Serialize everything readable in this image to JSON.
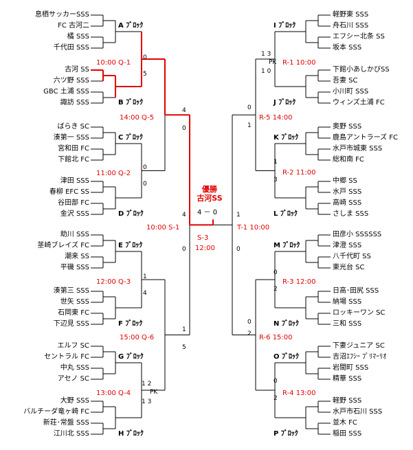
{
  "left_teams": [
    "息栖サッカーSSS",
    "FC 古河二",
    "橘 SSS",
    "千代田 SSS",
    "古河 SS",
    "六ツ野 SSS",
    "GBC 土浦 SSS",
    "諏訪 SSS",
    "ばらき SC",
    "湊第一 SSS",
    "宮和田 FC",
    "下館北 FC",
    "津田 SSS",
    "春柳 EFC SS",
    "谷田部 FC",
    "金沢 SSS",
    "助川 SSS",
    "茎崎ブレイズ FC",
    "潮来 SS",
    "平磯 SSS",
    "湊第三 SSS",
    "世矢 SSS",
    "石岡東 FC",
    "下辺見 SSS",
    "エルフ SC",
    "セントラル FC",
    "中丸 SSS",
    "アセノ SC",
    "大野 SSS",
    "バルチーダ竜ヶ崎 FC",
    "新荘･常盤 SSS",
    "江川北 SSS"
  ],
  "right_teams": [
    "軽野東 SSS",
    "舟石川 SSS",
    "エフシー北条 SS",
    "坂本 SSS",
    "下館小あしかびSS",
    "吾妻 SC",
    "小川町 SSS",
    "ウィンズ土浦 FC",
    "奥野 SSS",
    "鹿島アントラーズ FC",
    "水戸市城東 SSS",
    "総和南 FC",
    "中郷 SS",
    "水戸 SSS",
    "高崎 SSS",
    "さしま SSS",
    "田彦小 SSSSSS",
    "津澄 SSS",
    "八千代町 SS",
    "東光台 SC",
    "日高･田尻 SSS",
    "納場 SSS",
    "ロッキーワン SC",
    "三和 SSS",
    "下妻ジュニア SC",
    "吉沼ｴﾌｼｰ ﾌﾟﾘﾏｰﾘｵ",
    "岩間町 SSS",
    "精華 SSS",
    "軽野 SSS",
    "水戸市石川 SSS",
    "並木 FC",
    "稲田 SSS"
  ],
  "blocks_left": [
    "A ﾌﾞﾛｯｸ",
    "B ﾌﾞﾛｯｸ",
    "C ﾌﾞﾛｯｸ",
    "D ﾌﾞﾛｯｸ",
    "E ﾌﾞﾛｯｸ",
    "F ﾌﾞﾛｯｸ",
    "G ﾌﾞﾛｯｸ",
    "H ﾌﾞﾛｯｸ"
  ],
  "blocks_right": [
    "I ﾌﾞﾛｯｸ",
    "J ﾌﾞﾛｯｸ",
    "K ﾌﾞﾛｯｸ",
    "L ﾌﾞﾛｯｸ",
    "M ﾌﾞﾛｯｸ",
    "N ﾌﾞﾛｯｸ",
    "O ﾌﾞﾛｯｸ",
    "P ﾌﾞﾛｯｸ"
  ],
  "matches": {
    "q1": "10:00 Q-1",
    "q2": "11:00 Q-2",
    "q3": "12:00 Q-3",
    "q4": "13:00 Q-4",
    "q5": "14:00 Q-5",
    "q6": "15:00 Q-6",
    "s1": "10:00 S-1",
    "r1": "R-1 10:00",
    "r2": "R-2 11:00",
    "r3": "R-3 12:00",
    "r4": "R-4 13:00",
    "r5": "R-5 14:00",
    "r6": "R-6 15:00",
    "t1": "T-1 10:00",
    "s3": "S-3",
    "s3_time": "12:00"
  },
  "champion": {
    "label": "優勝",
    "team": "古河SS",
    "score": "4 － 0"
  },
  "pk_label": "PK",
  "scores": {
    "q1_top": "0",
    "q1_bot": "5",
    "q2_top": "0",
    "q2_bot": "0",
    "q3_top": "1",
    "q3_bot": "4",
    "q4_pk_top": "1 2",
    "q4_pk_bot": "1 3",
    "q5_top": "4",
    "q5_bot": "0",
    "q6_top": "1",
    "q6_bot": "5",
    "s1_top": "4",
    "s1_bot": "0",
    "r1_pk_top": "1 3",
    "r1_pk_bot": "1 0",
    "r2_top": "1",
    "r2_bot": "3",
    "r3_top": "0",
    "r3_bot": "2",
    "r4_top": "0",
    "r4_bot": "2",
    "r5_top": "0",
    "r5_bot": "1",
    "r6_top": "0",
    "r6_bot": "2",
    "t1_top": "1",
    "t1_bot": "0"
  },
  "colors": {
    "winner_path": "#e00000",
    "line": "#000000"
  }
}
